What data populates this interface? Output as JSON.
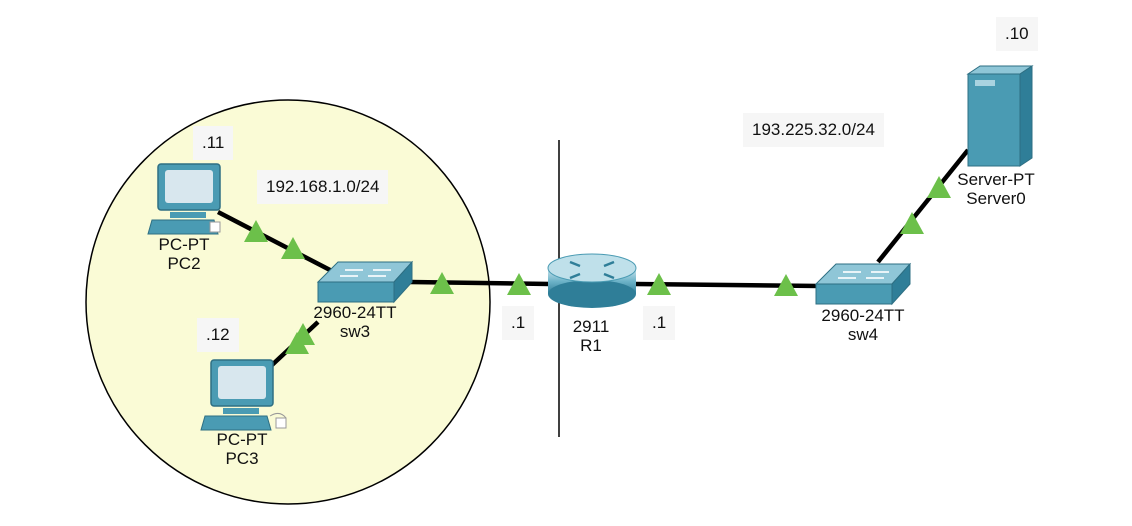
{
  "devices": {
    "pc2": {
      "type": "PC-PT",
      "name": "PC2",
      "ip": ".11"
    },
    "pc3": {
      "type": "PC-PT",
      "name": "PC3",
      "ip": ".12"
    },
    "sw3": {
      "type": "2960-24TT",
      "name": "sw3"
    },
    "r1": {
      "type": "2911",
      "name": "R1"
    },
    "sw4": {
      "type": "2960-24TT",
      "name": "sw4"
    },
    "server0": {
      "type": "Server-PT",
      "name": "Server0",
      "ip": ".10"
    }
  },
  "networks": {
    "lan": "192.168.1.0/24",
    "wan": "193.225.32.0/24"
  },
  "interfaces": {
    "r1_left": ".1",
    "r1_right": ".1"
  },
  "colors": {
    "lan_area": "#fafbd6",
    "link": "#000000",
    "link_up": "#6cc04a",
    "device": "#4a9bb3"
  }
}
